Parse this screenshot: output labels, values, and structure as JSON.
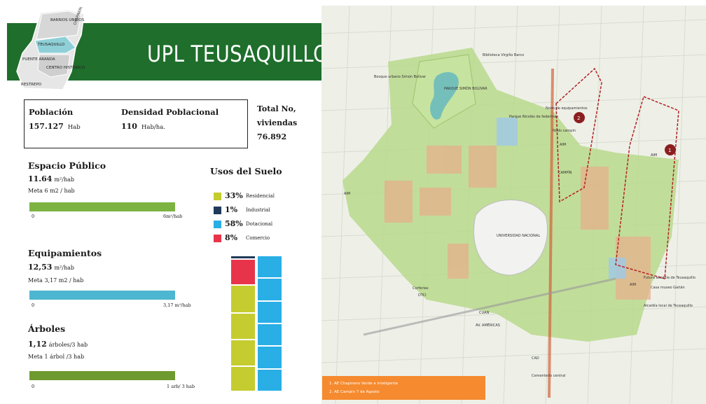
{
  "header": {
    "title": "UPL TEUSAQUILLO",
    "locator_labels": [
      "BARRIOS UNIDOS",
      "CHAPINERO",
      "TEUSAQUILLO",
      "PUENTE ARANDA",
      "CENTRO HISTÓRICO",
      "RESTREPO"
    ]
  },
  "stats": {
    "poblacion_label": "Población",
    "poblacion_value": "157.127",
    "poblacion_unit": "Hab",
    "densidad_label": "Densidad Poblacional",
    "densidad_value": "110",
    "densidad_unit": "Hab/ha.",
    "total_line1": "Total No,",
    "total_line2": "viviendas 76.892"
  },
  "indicators": {
    "espacio": {
      "title": "Espacio Público",
      "value": "11.64",
      "unit": "m²/hab",
      "meta": "Meta 6 m2 / hab",
      "min": "0",
      "max": "6m²/hab",
      "color": "#7cb342",
      "fill": 1.0
    },
    "equipamientos": {
      "title": "Equipamientos",
      "value": "12,53",
      "unit": "m²/hab",
      "meta": "Meta 3,17 m2 / hab",
      "min": "0",
      "max": "3,17 m²/hab",
      "color": "#4db6d0",
      "fill": 1.0
    },
    "arboles": {
      "title": "Árboles",
      "value": "1,12",
      "unit": "árboles/3 hab",
      "meta": "Meta 1 árbol /3 hab",
      "min": "0",
      "max": "1 arb/ 3 hab",
      "color": "#6f9a2f",
      "fill": 1.0
    }
  },
  "land_use": {
    "title": "Usos del Suelo",
    "items": [
      {
        "pct": "33%",
        "name": "Residencial",
        "color": "#c5cc2f"
      },
      {
        "pct": "1%",
        "name": "Industrial",
        "color": "#1f3a5a"
      },
      {
        "pct": "58%",
        "name": "Dotacional",
        "color": "#29aee6"
      },
      {
        "pct": "8%",
        "name": "Comercio",
        "color": "#e8344a"
      }
    ]
  },
  "map": {
    "labels": {
      "bosque": "Bosque urbano Simón Bolívar",
      "biblioteca": "Biblioteca Virgilio Barco",
      "parque_simon": "PARQUE SIMÓN BOLÍVAR",
      "nodo_equip": "Nodo de equipamientos",
      "parque_nicolas": "Parque Nicolás de federman",
      "nodo_campin": "Nodo campin",
      "campin": "CAMPÍN",
      "universidad": "UNIVERSIDAD NACIONAL",
      "corferias": "Corferias",
      "dtci": "DTCI",
      "cuan": "CUAN",
      "av_americas": "AV. AMÉRICAS",
      "futura_alcaldia": "Futura alcaldía de Teusaquillo",
      "casa_gaitan": "Casa museo Gaitán",
      "alcaldia_local": "Alcaldía local de Teusaquillo",
      "cementerio": "Cementerio central",
      "cad": "CAD",
      "aim1": "AIM",
      "aim2": "AIM",
      "aim3": "AIM",
      "aim4": "AIM",
      "marker1": "2",
      "marker2": "1"
    },
    "legend": [
      "1.    AE Chapinero Verde e Inteligente",
      "2.    AE Campin 7 de Agosto"
    ]
  }
}
